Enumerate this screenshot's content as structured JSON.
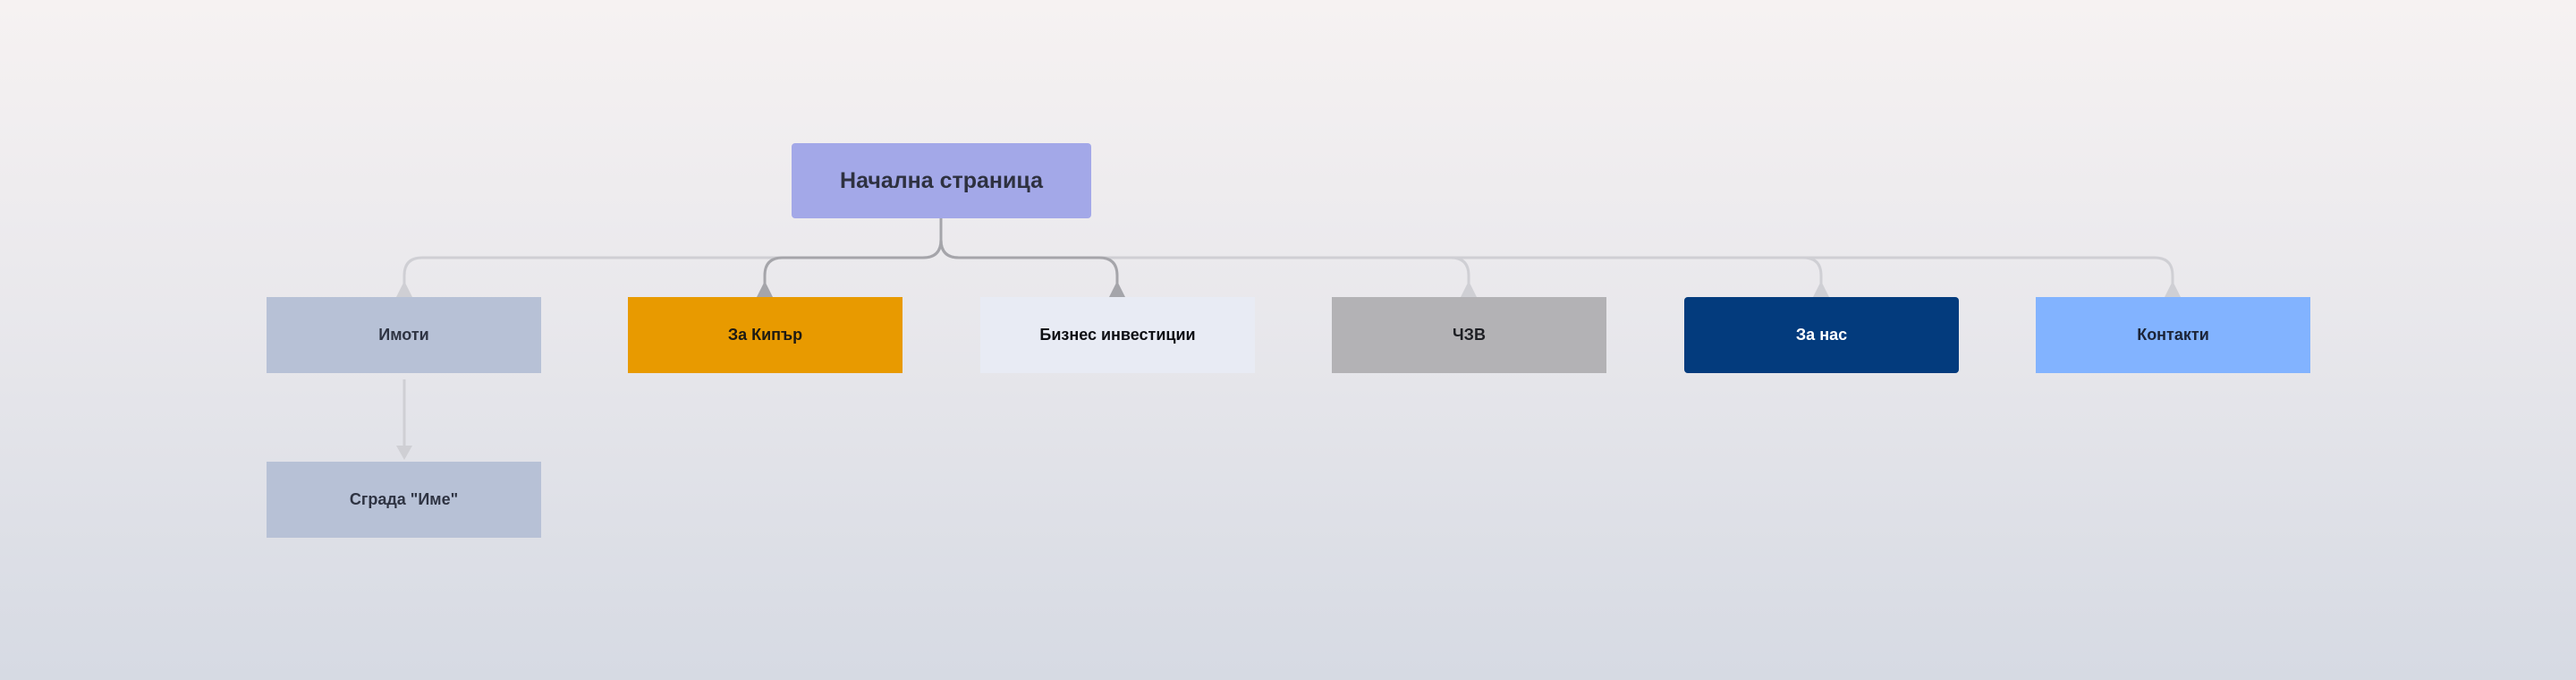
{
  "diagram": {
    "root": {
      "label": "Начална страница",
      "color": "#a3a8e8"
    },
    "children": [
      {
        "id": "imoti",
        "label": "Имоти",
        "color": "#b7c1d6"
      },
      {
        "id": "kipar",
        "label": "За Кипър",
        "color": "#e89a00"
      },
      {
        "id": "biznes",
        "label": "Бизнес инвестиции",
        "color": "#e8ebf4"
      },
      {
        "id": "chzv",
        "label": "ЧЗВ",
        "color": "#b3b2b5"
      },
      {
        "id": "zanas",
        "label": "За нас",
        "color": "#033b7d"
      },
      {
        "id": "kontakti",
        "label": "Контакти",
        "color": "#82b3ff"
      }
    ],
    "subchildren": [
      {
        "parent": "imoti",
        "label": "Сграда \"Име\"",
        "color": "#b7c1d6"
      }
    ],
    "connector_colors": {
      "active": "#a5a5aa",
      "faded": "#cfcfd4"
    }
  }
}
